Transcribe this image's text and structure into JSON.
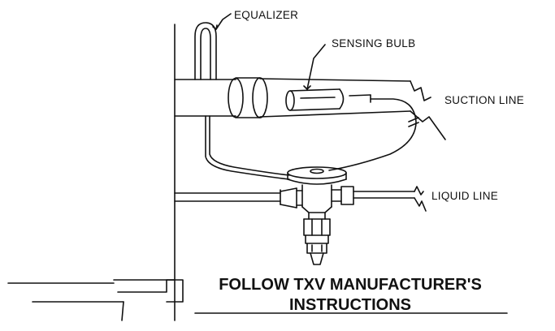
{
  "labels": {
    "equalizer": "EQUALIZER",
    "sensing_bulb": "SENSING BULB",
    "suction_line": "SUCTION LINE",
    "liquid_line": "LIQUID  LINE"
  },
  "caption": {
    "line1": "FOLLOW TXV MANUFACTURER'S",
    "line2": "INSTRUCTIONS"
  },
  "colors": {
    "ink": "#111111",
    "background": "#ffffff"
  }
}
